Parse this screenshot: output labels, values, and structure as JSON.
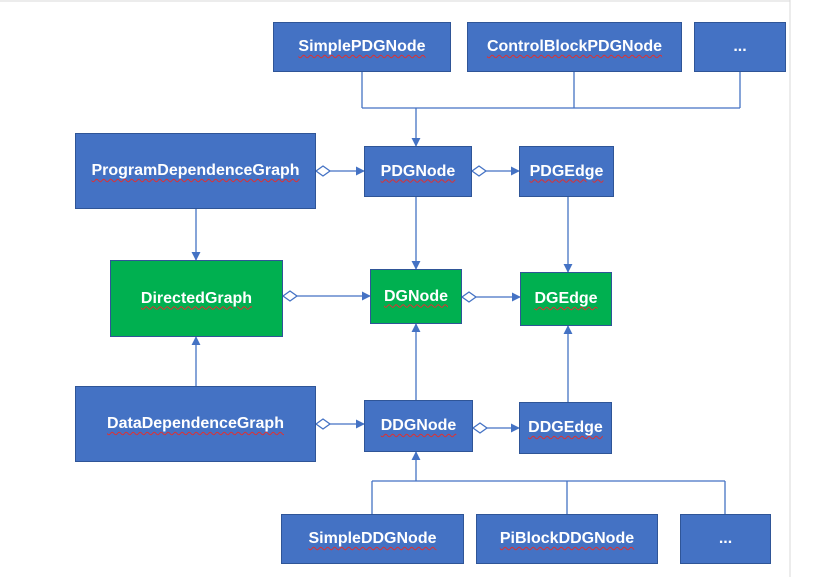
{
  "diagram": {
    "nodes": {
      "simple_pdg_node": "SimplePDGNode",
      "control_block_pdg_node": "ControlBlockPDGNode",
      "more_pdg_nodes": "...",
      "program_dependence_graph": "ProgramDependenceGraph",
      "pdg_node": "PDGNode",
      "pdg_edge": "PDGEdge",
      "directed_graph": "DirectedGraph",
      "dg_node": "DGNode",
      "dg_edge": "DGEdge",
      "data_dependence_graph": "DataDependenceGraph",
      "ddg_node": "DDGNode",
      "ddg_edge": "DDGEdge",
      "simple_ddg_node": "SimpleDDGNode",
      "pi_block_ddg_node": "PiBlockDDGNode",
      "more_ddg_nodes": "..."
    },
    "colors": {
      "base_class_fill": "#00b050",
      "derived_class_fill": "#4472c4",
      "border": "#2f5597",
      "connector": "#4472c4"
    }
  }
}
